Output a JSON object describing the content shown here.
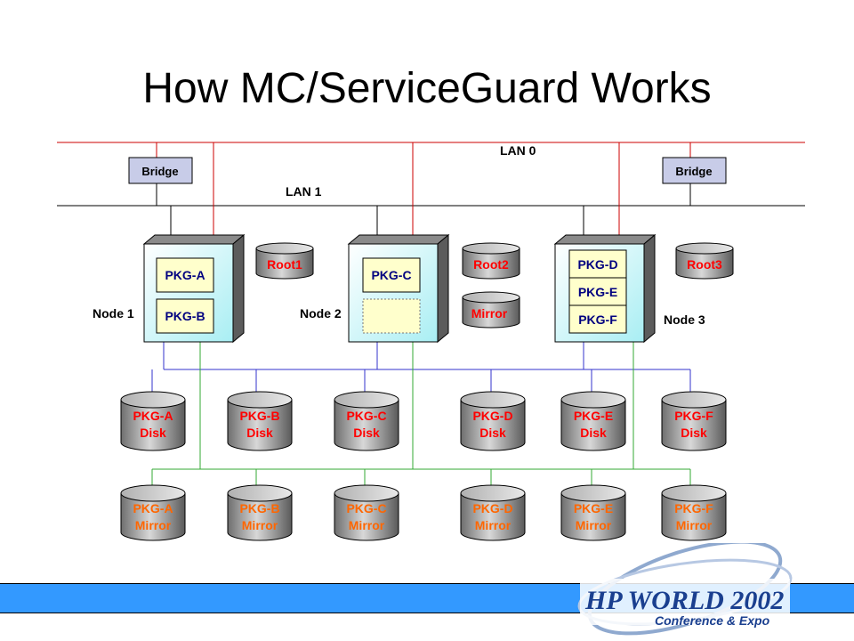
{
  "title": "How MC/ServiceGuard Works",
  "lan0": "LAN 0",
  "lan1": "LAN 1",
  "bridges": [
    "Bridge",
    "Bridge"
  ],
  "nodes": [
    {
      "label": "Node 1",
      "packages": [
        "PKG-A",
        "PKG-B"
      ],
      "root": "Root1"
    },
    {
      "label": "Node 2",
      "packages": [
        "PKG-C"
      ],
      "root": "Root2",
      "mirror": "Mirror"
    },
    {
      "label": "Node 3",
      "packages": [
        "PKG-D",
        "PKG-E",
        "PKG-F"
      ],
      "root": "Root3"
    }
  ],
  "disks": [
    {
      "line1": "PKG-A",
      "line2": "Disk"
    },
    {
      "line1": "PKG-B",
      "line2": "Disk"
    },
    {
      "line1": "PKG-C",
      "line2": "Disk"
    },
    {
      "line1": "PKG-D",
      "line2": "Disk"
    },
    {
      "line1": "PKG-E",
      "line2": "Disk"
    },
    {
      "line1": "PKG-F",
      "line2": "Disk"
    }
  ],
  "mirrors": [
    {
      "line1": "PKG-A",
      "line2": "Mirror"
    },
    {
      "line1": "PKG-B",
      "line2": "Mirror"
    },
    {
      "line1": "PKG-C",
      "line2": "Mirror"
    },
    {
      "line1": "PKG-D",
      "line2": "Mirror"
    },
    {
      "line1": "PKG-E",
      "line2": "Mirror"
    },
    {
      "line1": "PKG-F",
      "line2": "Mirror"
    }
  ],
  "logo": {
    "main": "HP WORLD 2002",
    "sub": "Conference & Expo"
  },
  "colors": {
    "lan0": "#cc0000",
    "lan1": "#000000",
    "san_blue": "#3333cc",
    "san_green": "#33aa33",
    "disk_text": "#ff0000",
    "mirror_text": "#ff6600",
    "footer": "#3399ff",
    "logo": "#1a3f8f"
  }
}
